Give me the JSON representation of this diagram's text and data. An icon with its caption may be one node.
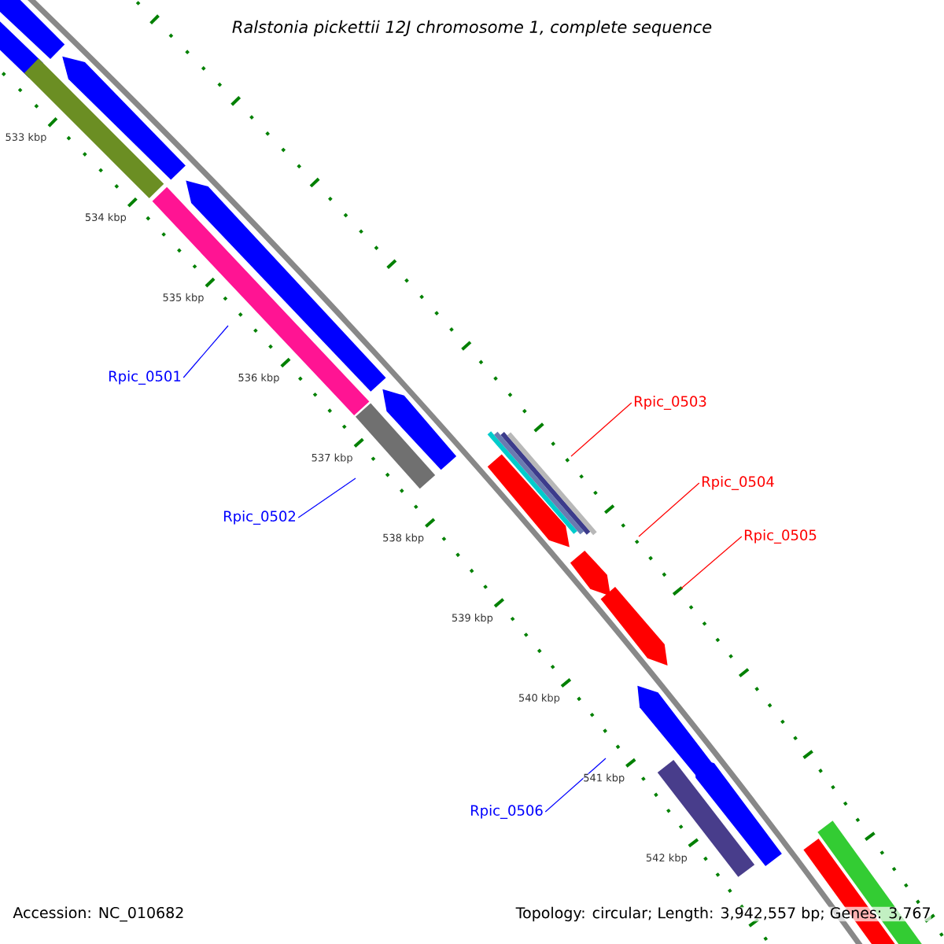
{
  "diagram": {
    "title": "Ralstonia pickettii 12J chromosome 1, complete sequence",
    "nodes": [
      {
        "text": [
          "Rpic_0501"
        ]
      },
      {
        "text": [
          "Rpic_0502"
        ]
      },
      {
        "text": [
          "Rpic_0503"
        ]
      },
      {
        "text": [
          "Rpic_0504"
        ]
      },
      {
        "text": [
          "Rpic_0505"
        ]
      },
      {
        "text": [
          "Rpic_0506"
        ]
      }
    ],
    "edges": [
      {
        "from": 0,
        "to": null,
        "arrow": "none",
        "color": "#0000ff"
      },
      {
        "from": 1,
        "to": null,
        "arrow": "none",
        "color": "#0000ff"
      },
      {
        "from": 2,
        "to": null,
        "arrow": "none",
        "color": "#ff0000"
      },
      {
        "from": 3,
        "to": null,
        "arrow": "none",
        "color": "#ff0000"
      },
      {
        "from": 4,
        "to": null,
        "arrow": "none",
        "color": "#ff0000"
      },
      {
        "from": 5,
        "to": null,
        "arrow": "none",
        "color": "#0000ff"
      }
    ],
    "labels": [
      "533 kbp",
      "534 kbp",
      "535 kbp",
      "536 kbp",
      "537 kbp",
      "538 kbp",
      "539 kbp",
      "540 kbp",
      "541 kbp",
      "542 kbp",
      "Accession: NC_010682",
      "Topology: circular; Length: 3,942,557 bp; Genes: 3,767"
    ]
  }
}
